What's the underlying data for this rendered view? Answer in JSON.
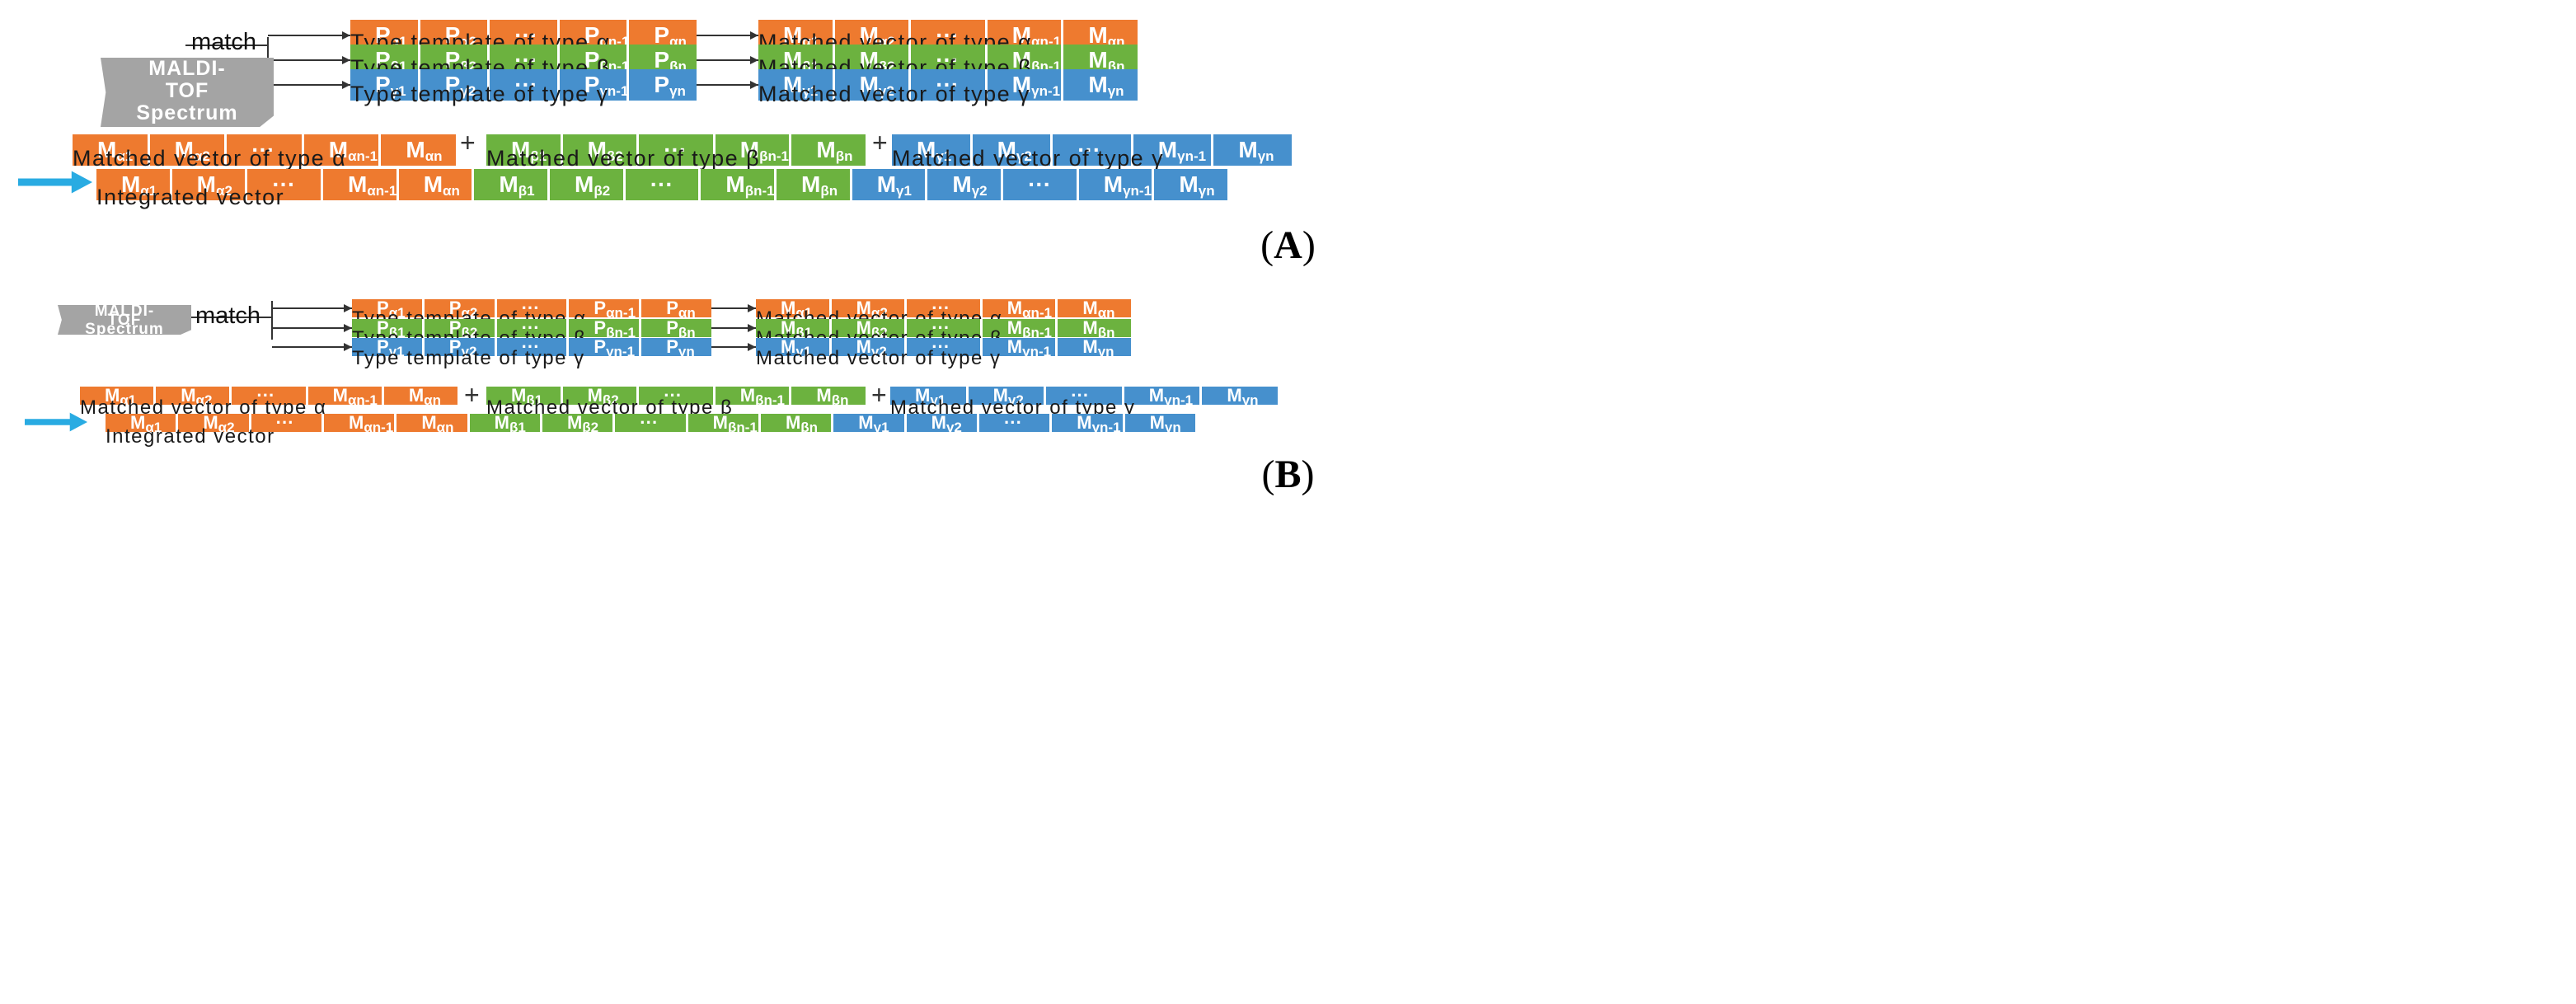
{
  "spectrum": {
    "line1": "MALDI-",
    "line2": "TOF",
    "line3": "Spectrum"
  },
  "match_label": "match",
  "ellipsis": "···",
  "templates": [
    {
      "label": "Type template of type α",
      "cells": [
        {
          "base": "P",
          "sub": "α1"
        },
        {
          "base": "P",
          "sub": "α2"
        },
        {
          "base": "···",
          "sub": ""
        },
        {
          "base": "P",
          "sub": "αn-1"
        },
        {
          "base": "P",
          "sub": "αn"
        }
      ]
    },
    {
      "label": "Type template of type β",
      "cells": [
        {
          "base": "P",
          "sub": "β1"
        },
        {
          "base": "P",
          "sub": "β2"
        },
        {
          "base": "···",
          "sub": ""
        },
        {
          "base": "P",
          "sub": "βn-1"
        },
        {
          "base": "P",
          "sub": "βn"
        }
      ]
    },
    {
      "label": "Type template of type γ",
      "cells": [
        {
          "base": "P",
          "sub": "γ1"
        },
        {
          "base": "P",
          "sub": "γ2"
        },
        {
          "base": "···",
          "sub": ""
        },
        {
          "base": "P",
          "sub": "γn-1"
        },
        {
          "base": "P",
          "sub": "γn"
        }
      ]
    }
  ],
  "matched": [
    {
      "label": "Matched vector of type α",
      "cells": [
        {
          "base": "M",
          "sub": "α1"
        },
        {
          "base": "M",
          "sub": "α2"
        },
        {
          "base": "···",
          "sub": ""
        },
        {
          "base": "M",
          "sub": "αn-1"
        },
        {
          "base": "M",
          "sub": "αn"
        }
      ]
    },
    {
      "label": "Matched vector of type β",
      "cells": [
        {
          "base": "M",
          "sub": "β1"
        },
        {
          "base": "M",
          "sub": "β2"
        },
        {
          "base": "···",
          "sub": ""
        },
        {
          "base": "M",
          "sub": "βn-1"
        },
        {
          "base": "M",
          "sub": "βn"
        }
      ]
    },
    {
      "label": "Matched vector of type γ",
      "cells": [
        {
          "base": "M",
          "sub": "γ1"
        },
        {
          "base": "M",
          "sub": "γ2"
        },
        {
          "base": "···",
          "sub": ""
        },
        {
          "base": "M",
          "sub": "γn-1"
        },
        {
          "base": "M",
          "sub": "γn"
        }
      ]
    }
  ],
  "plus_sign": "+",
  "integrated_label": "Integrated vector",
  "colors": {
    "alpha": "#ee7a2f",
    "beta": "#6cb23f",
    "gamma": "#4690cd",
    "arrow": "#29abe2",
    "spectrum": "#a4a4a4"
  },
  "arrow_icon": "right-arrow-icon",
  "panels": [
    {
      "open": "(",
      "letter": "A",
      "close": ")"
    },
    {
      "open": "(",
      "letter": "B",
      "close": ")"
    }
  ]
}
